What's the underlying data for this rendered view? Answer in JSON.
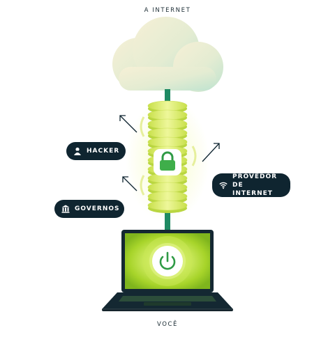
{
  "diagram": {
    "top_label": "A INTERNET",
    "bottom_label": "VOCÊ",
    "threats": {
      "hacker": "HACKER",
      "governments": "GOVERNOS",
      "isp_line1": "PROVEDOR DE",
      "isp_line2": "INTERNET"
    },
    "icons": {
      "cloud": "cloud-icon",
      "lock": "padlock-icon",
      "power": "power-icon",
      "hacker": "spy-icon",
      "governments": "building-icon",
      "isp": "wifi-icon"
    },
    "colors": {
      "tunnel_green": "#1f8a63",
      "tunnel_lime": "#d8ef6a",
      "pill_bg": "#0f2530",
      "screen_lime": "#b8e03a",
      "laptop_dark": "#142832",
      "cloud_light": "#f1ecd3",
      "cloud_mint": "#cfe8d2"
    }
  }
}
